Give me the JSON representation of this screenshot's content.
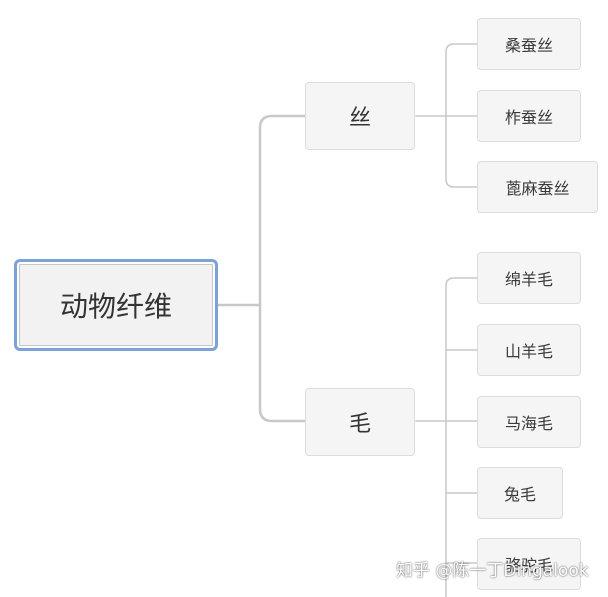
{
  "root": {
    "label": "动物纤维"
  },
  "branches": [
    {
      "label": "丝",
      "children": [
        "桑蚕丝",
        "柞蚕丝",
        "蓖麻蚕丝"
      ]
    },
    {
      "label": "毛",
      "children": [
        "绵羊毛",
        "山羊毛",
        "马海毛",
        "兔毛",
        "骆驼毛"
      ]
    }
  ],
  "watermark": "知乎 @陈一丁Dingalook",
  "colors": {
    "connector": "#c8c8c8",
    "root_border": "#7ba3d8",
    "node_fill": "#f5f5f6",
    "node_border": "#dcdcdc"
  }
}
